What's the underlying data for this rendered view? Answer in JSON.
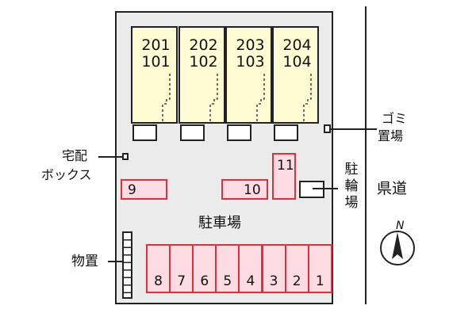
{
  "units": [
    {
      "upper": "201",
      "lower": "101"
    },
    {
      "upper": "202",
      "lower": "102"
    },
    {
      "upper": "203",
      "lower": "103"
    },
    {
      "upper": "204",
      "lower": "104"
    }
  ],
  "parking_small": [
    {
      "number": "9"
    },
    {
      "number": "10"
    },
    {
      "number": "11"
    }
  ],
  "parking_row": [
    {
      "number": "8"
    },
    {
      "number": "7"
    },
    {
      "number": "6"
    },
    {
      "number": "5"
    },
    {
      "number": "4"
    },
    {
      "number": "3"
    },
    {
      "number": "2"
    },
    {
      "number": "1"
    }
  ],
  "labels": {
    "garbage_line1": "ゴミ",
    "garbage_line2": "置場",
    "delivery_line1": "宅配",
    "delivery_line2": "ボックス",
    "parking_lot": "駐車場",
    "bicycle_vertical": "駐輪場",
    "prefectural_road": "県道",
    "storage": "物置",
    "north": "N"
  },
  "colors": {
    "unit_fill": "#fffbd2",
    "parking_fill": "#fcdce2",
    "parking_border": "#e0303e",
    "lot_fill": "#ebebeb"
  }
}
